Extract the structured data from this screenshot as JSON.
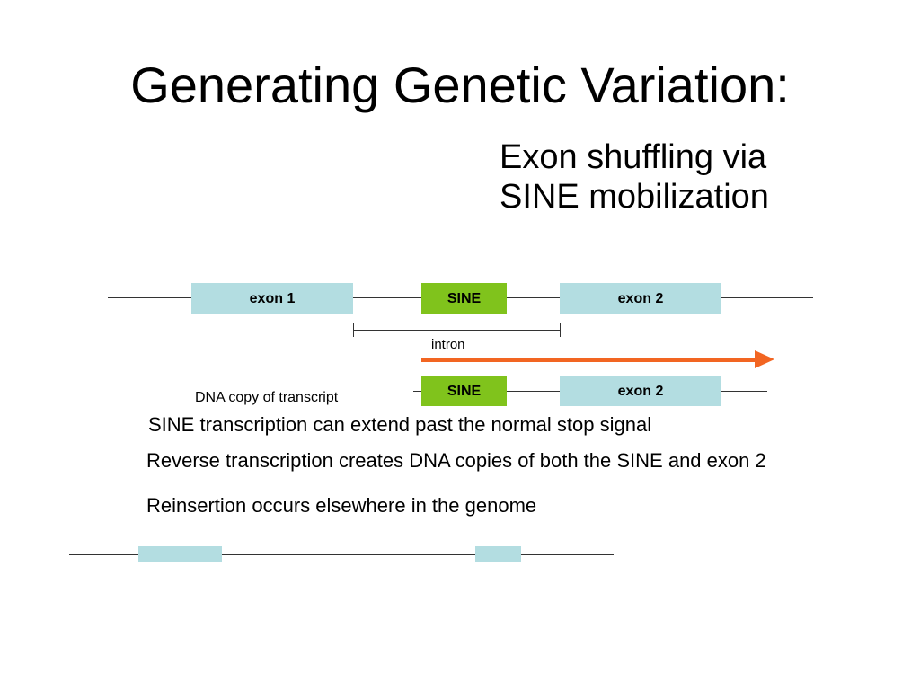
{
  "slide": {
    "title": "Generating Genetic Variation:",
    "subtitle_lines": [
      "Exon shuffling via",
      "SINE mobilization"
    ]
  },
  "colors": {
    "exon_fill": "#b3dde1",
    "sine_fill": "#80c31c",
    "arrow": "#f26522",
    "line": "#333333"
  },
  "gene": {
    "exon1_label": "exon 1",
    "sine_label": "SINE",
    "exon2_label": "exon 2",
    "intron_label": "intron"
  },
  "transcript": {
    "sine_label": "SINE",
    "exon2_label": "exon 2",
    "caption": "DNA copy of transcript"
  },
  "statements": [
    "SINE transcription can extend past the normal stop signal",
    "Reverse transcription creates DNA copies of both the SINE and exon 2",
    "Reinsertion occurs elsewhere in the genome"
  ]
}
